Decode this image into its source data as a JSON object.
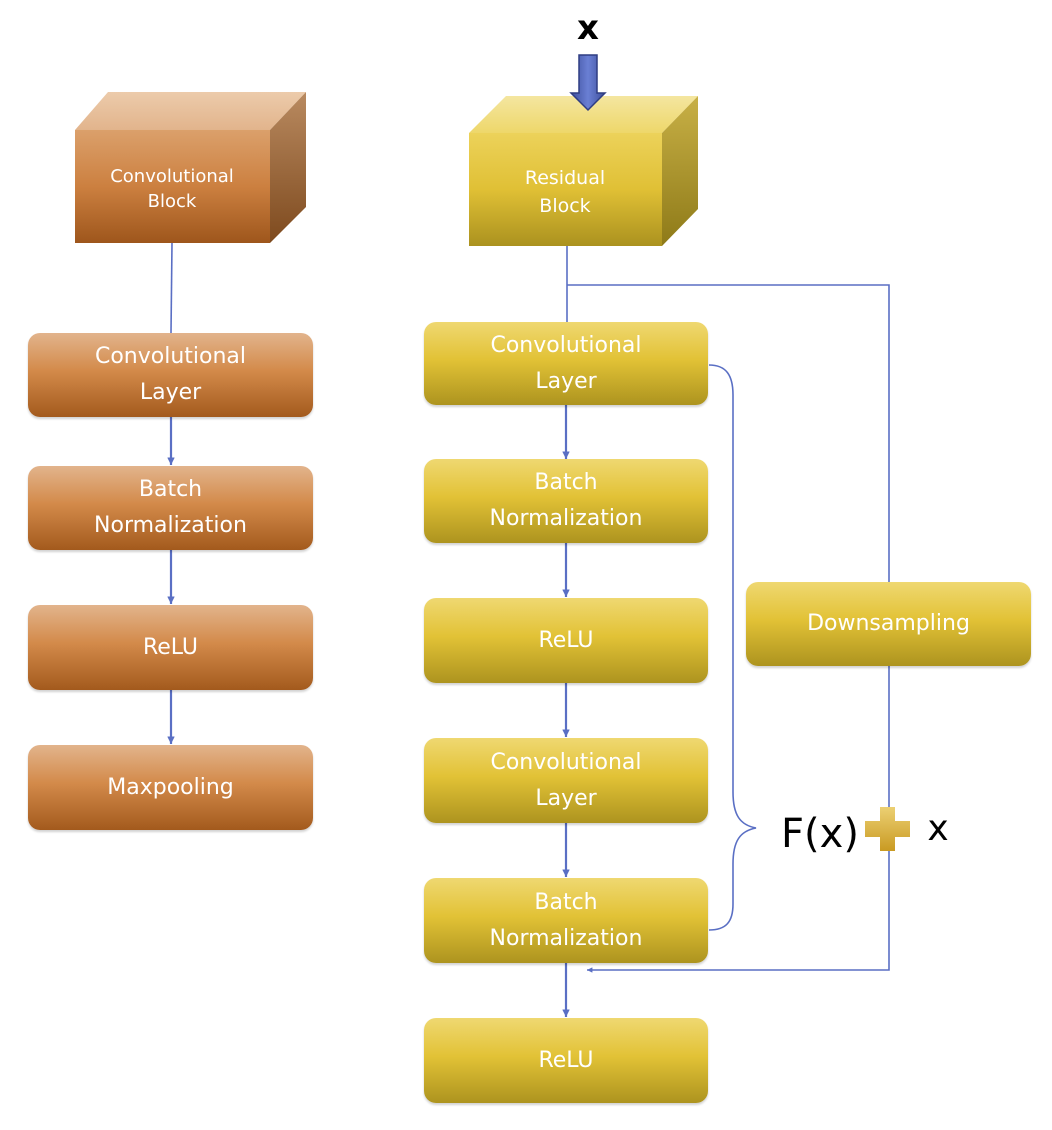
{
  "input_label": "x",
  "conv_block": {
    "title_line1": "Convolutional",
    "title_line2": "Block",
    "layers": [
      {
        "line1": "Convolutional",
        "line2": "Layer"
      },
      {
        "line1": "Batch",
        "line2": "Normalization"
      },
      {
        "line1": "ReLU"
      },
      {
        "line1": "Maxpooling"
      }
    ]
  },
  "residual_block": {
    "title_line1": "Residual",
    "title_line2": "Block",
    "layers": [
      {
        "line1": "Convolutional",
        "line2": "Layer"
      },
      {
        "line1": "Batch",
        "line2": "Normalization"
      },
      {
        "line1": "ReLU"
      },
      {
        "line1": "Convolutional",
        "line2": "Layer"
      },
      {
        "line1": "Batch",
        "line2": "Normalization"
      },
      {
        "line1": "ReLU"
      }
    ],
    "shortcut_label": "Downsampling"
  },
  "formula": {
    "left": "F(x)",
    "right": "x"
  },
  "colors": {
    "conv_orange": "#d38a4a",
    "residual_yellow": "#e2c236",
    "connector_blue": "#5a6fc4",
    "plus_gold": "#d9b43a"
  }
}
